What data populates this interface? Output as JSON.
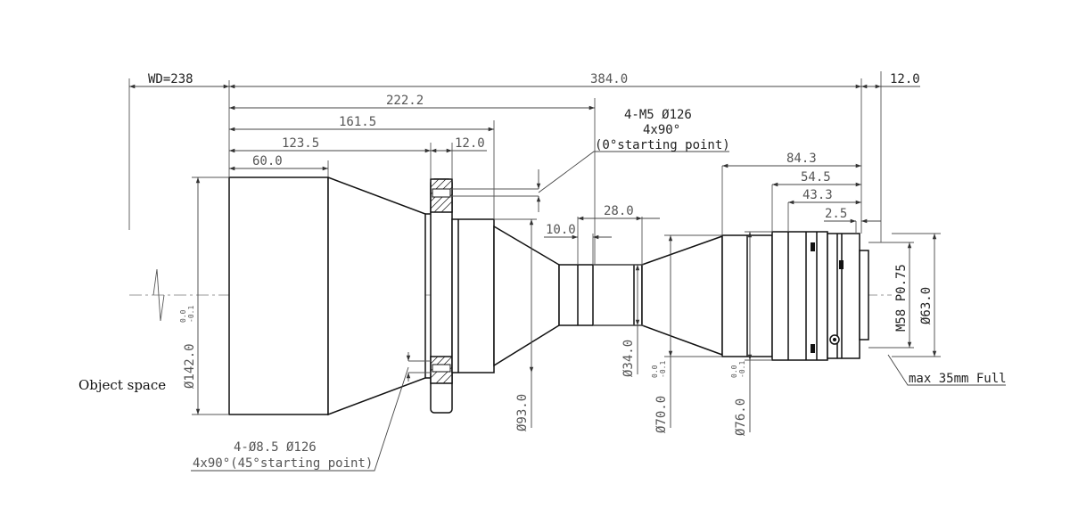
{
  "diagram": {
    "labels": {
      "wd": "WD=238",
      "total_length": "384.0",
      "rear_extension": "12.0",
      "len_222": "222.2",
      "len_161": "161.5",
      "len_123": "123.5",
      "len_60": "60.0",
      "flange_thickness": "12.0",
      "thread_line1": "4-M5 Ø126",
      "thread_line2": "4x90°",
      "thread_line3": "(0°starting point)",
      "len_84": "84.3",
      "len_54": "54.5",
      "len_43": "43.3",
      "len_2_5": "2.5",
      "len_28": "28.0",
      "len_10": "10.0",
      "dia_142": "Ø142.0",
      "tol_142_upper": "0.0",
      "tol_142_lower": "-0.1",
      "dia_93": "Ø93.0",
      "dia_34": "Ø34.0",
      "dia_70": "Ø70.0",
      "tol_70_upper": "0.0",
      "tol_70_lower": "-0.1",
      "dia_76": "Ø76.0",
      "tol_76_upper": "0.0",
      "tol_76_lower": "-0.1",
      "mount_thread": "M58 P0.75",
      "dia_63": "Ø63.0",
      "object_space": "Object space",
      "sensor_note": "max 35mm Full",
      "hole_line1": "4-Ø8.5 Ø126",
      "hole_line2": "4x90°(45°starting point)"
    }
  }
}
